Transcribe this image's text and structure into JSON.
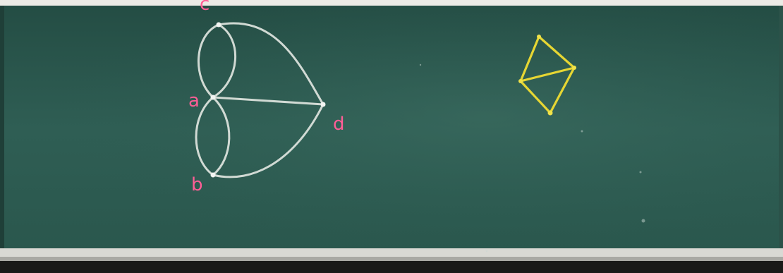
{
  "graph_left": {
    "vertex_labels": {
      "c": "c",
      "a": "a",
      "b": "b",
      "d": "d"
    },
    "chalk_color": "#dfe5df",
    "label_color": "#ff5e96"
  },
  "graph_right": {
    "chalk_color": "#e6d633"
  },
  "board": {
    "surface_color": "#2f5e54",
    "frame_color": "#d9d9d4"
  }
}
